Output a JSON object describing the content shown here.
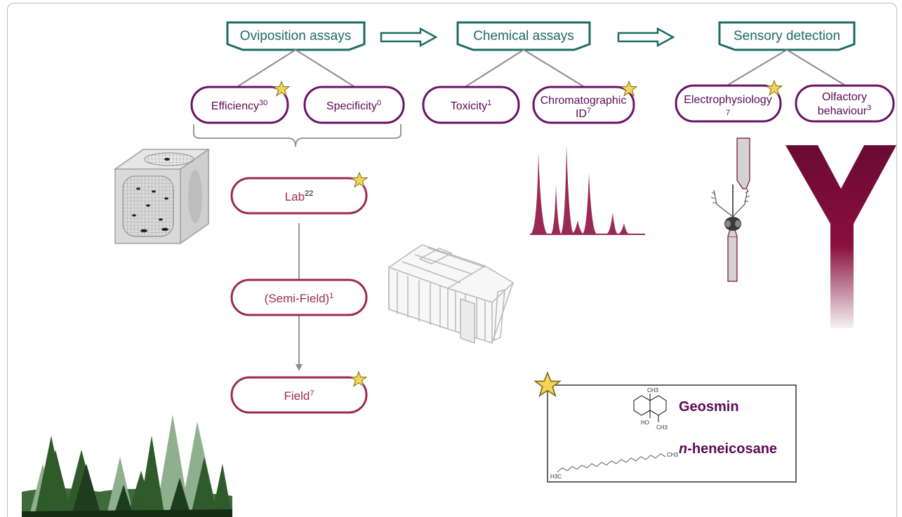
{
  "headers": {
    "oviposition": "Oviposition  assays",
    "chemical": "Chemical assays",
    "sensory": "Sensory detection"
  },
  "pills": {
    "efficiency": {
      "label": "Efficiency",
      "count": "30"
    },
    "specificity": {
      "label": "Specificity",
      "count": "0"
    },
    "toxicity": {
      "label": "Toxicity",
      "count": "1"
    },
    "chromatographic_line1": "Chromatographic",
    "chromatographic_line2": "ID",
    "chromatographic_count": "7",
    "electrophysiology": {
      "label": "Electrophysiology",
      "count": "7"
    },
    "olfactory_line1": "Olfactory",
    "olfactory_line2": "behaviour",
    "olfactory_count": "3"
  },
  "stages": {
    "lab": {
      "label": "Lab",
      "count": "22"
    },
    "semifield": {
      "label": "(Semi-Field)",
      "count": "1"
    },
    "field": {
      "label": "Field",
      "count": "7"
    }
  },
  "legend": {
    "molecule1": "Geosmin",
    "molecule2_prefix": "n",
    "molecule2_rest": "-heneicosane",
    "atom_ch3_top": "CH3",
    "atom_ho": "HO",
    "atom_ch3_bottom": "CH3",
    "atom_ch3_chain_end": "CH3",
    "atom_h3c_chain_start": "H3C"
  },
  "colors": {
    "header_border": "#1d6b63",
    "pill_border": "#6a1263",
    "stage_border": "#9a2a55",
    "star_fill": "#f7d354",
    "chromatogram": "#9a2a55",
    "y_maze": "#7a0a3a"
  }
}
